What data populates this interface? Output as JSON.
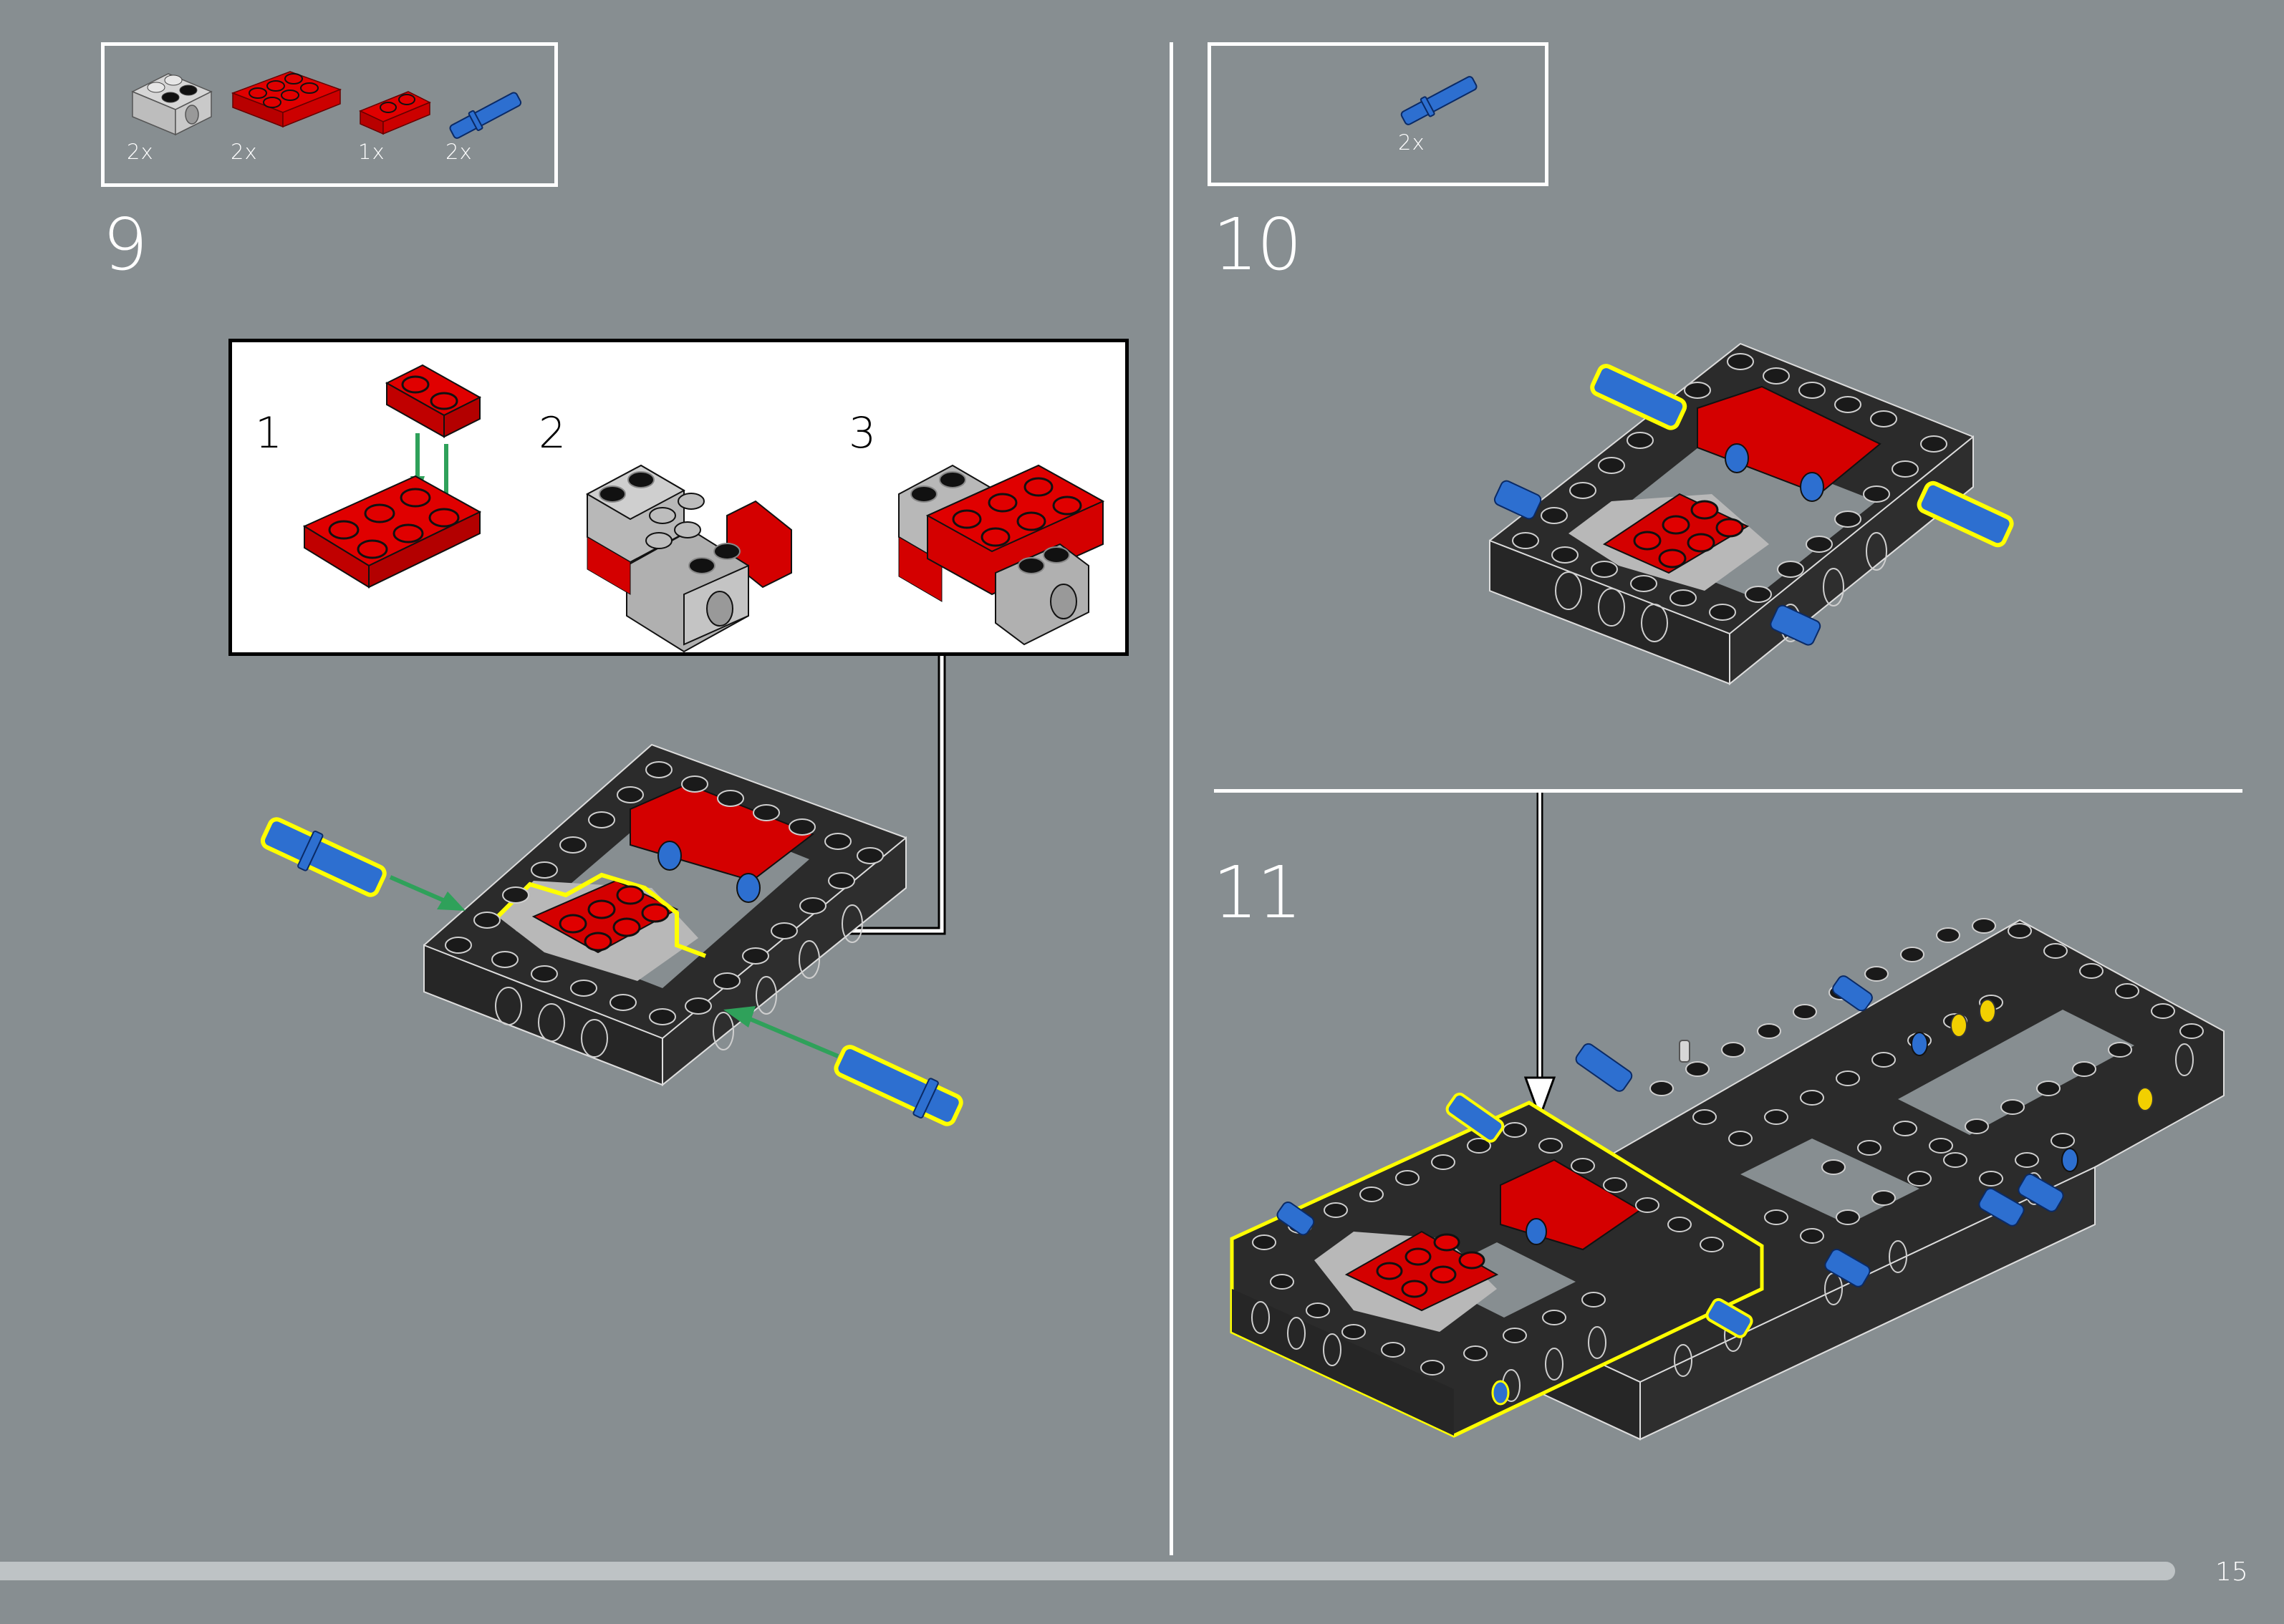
{
  "page": {
    "number": "15",
    "background": "#878e91",
    "progress_bar_color": "#bec3c5"
  },
  "colors": {
    "dark_bluish_gray_beam": "#2b2b2b",
    "red": "#d40000",
    "light_gray": "#b8b8b8",
    "blue_pin": "#2d6fd0",
    "highlight_yellow": "#ffff00",
    "arrow_green": "#2fa15a",
    "yellow_pin_end": "#f2d000"
  },
  "steps": [
    {
      "number": "9",
      "parts": [
        {
          "name": "light-gray-technic-brick-2x2-with-hole",
          "icon": "gray-brick-icon",
          "qty": "2x"
        },
        {
          "name": "red-plate-2x3",
          "icon": "red-plate-2x3-icon",
          "qty": "2x"
        },
        {
          "name": "red-plate-1x2",
          "icon": "red-plate-1x2-icon",
          "qty": "1x"
        },
        {
          "name": "blue-friction-pin-long",
          "icon": "blue-pin-icon",
          "qty": "2x"
        }
      ],
      "callout": {
        "substeps": [
          {
            "number": "1",
            "description": "red 1x2 plate onto red 2x3 plate"
          },
          {
            "number": "2",
            "description": "place two gray bricks onto plate"
          },
          {
            "number": "3",
            "description": "add red 2x3 plate on top"
          }
        ]
      }
    },
    {
      "number": "10",
      "parts": [
        {
          "name": "blue-friction-pin-long",
          "icon": "blue-pin-icon",
          "qty": "2x"
        }
      ]
    },
    {
      "number": "11",
      "parts": []
    }
  ]
}
